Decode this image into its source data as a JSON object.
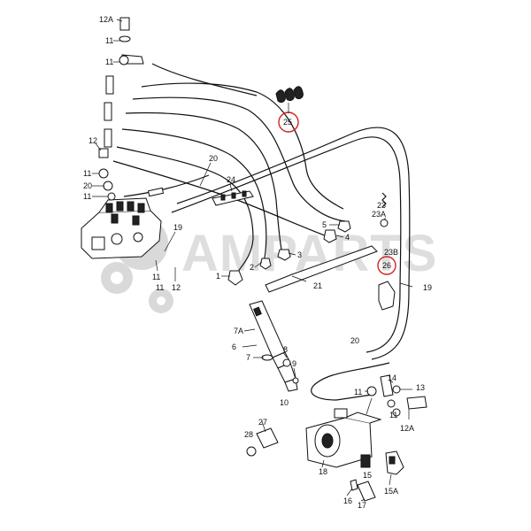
{
  "watermark": {
    "text": "AMPARTS"
  },
  "callouts": {
    "c12A_top": "12A",
    "c11_a": "11",
    "c11_b": "11",
    "c12_left": "12",
    "c11_c": "11",
    "c20_left": "20",
    "c11_d": "11",
    "c20_mid": "20",
    "c24": "24",
    "c25": "25",
    "c19_left": "19",
    "c11_e": "11",
    "c11_f": "11",
    "c12_e": "12",
    "c1": "1",
    "c2": "2",
    "c3": "3",
    "c4": "4",
    "c5": "5",
    "c23": "23",
    "c23A": "23A",
    "c23B": "23B",
    "c26": "26",
    "c21": "21",
    "c19_right": "19",
    "c7A": "7A",
    "c6": "6",
    "c7": "7",
    "c8": "8",
    "c9": "9",
    "c10": "10",
    "c20_right": "20",
    "c14": "14",
    "c13": "13",
    "c11_g": "11",
    "c11_h": "11",
    "c12A_bottom": "12A",
    "c27": "27",
    "c28": "28",
    "c18": "18",
    "c15": "15",
    "c15A": "15A",
    "c16": "16",
    "c17": "17"
  },
  "highlight_color": "#d62020"
}
